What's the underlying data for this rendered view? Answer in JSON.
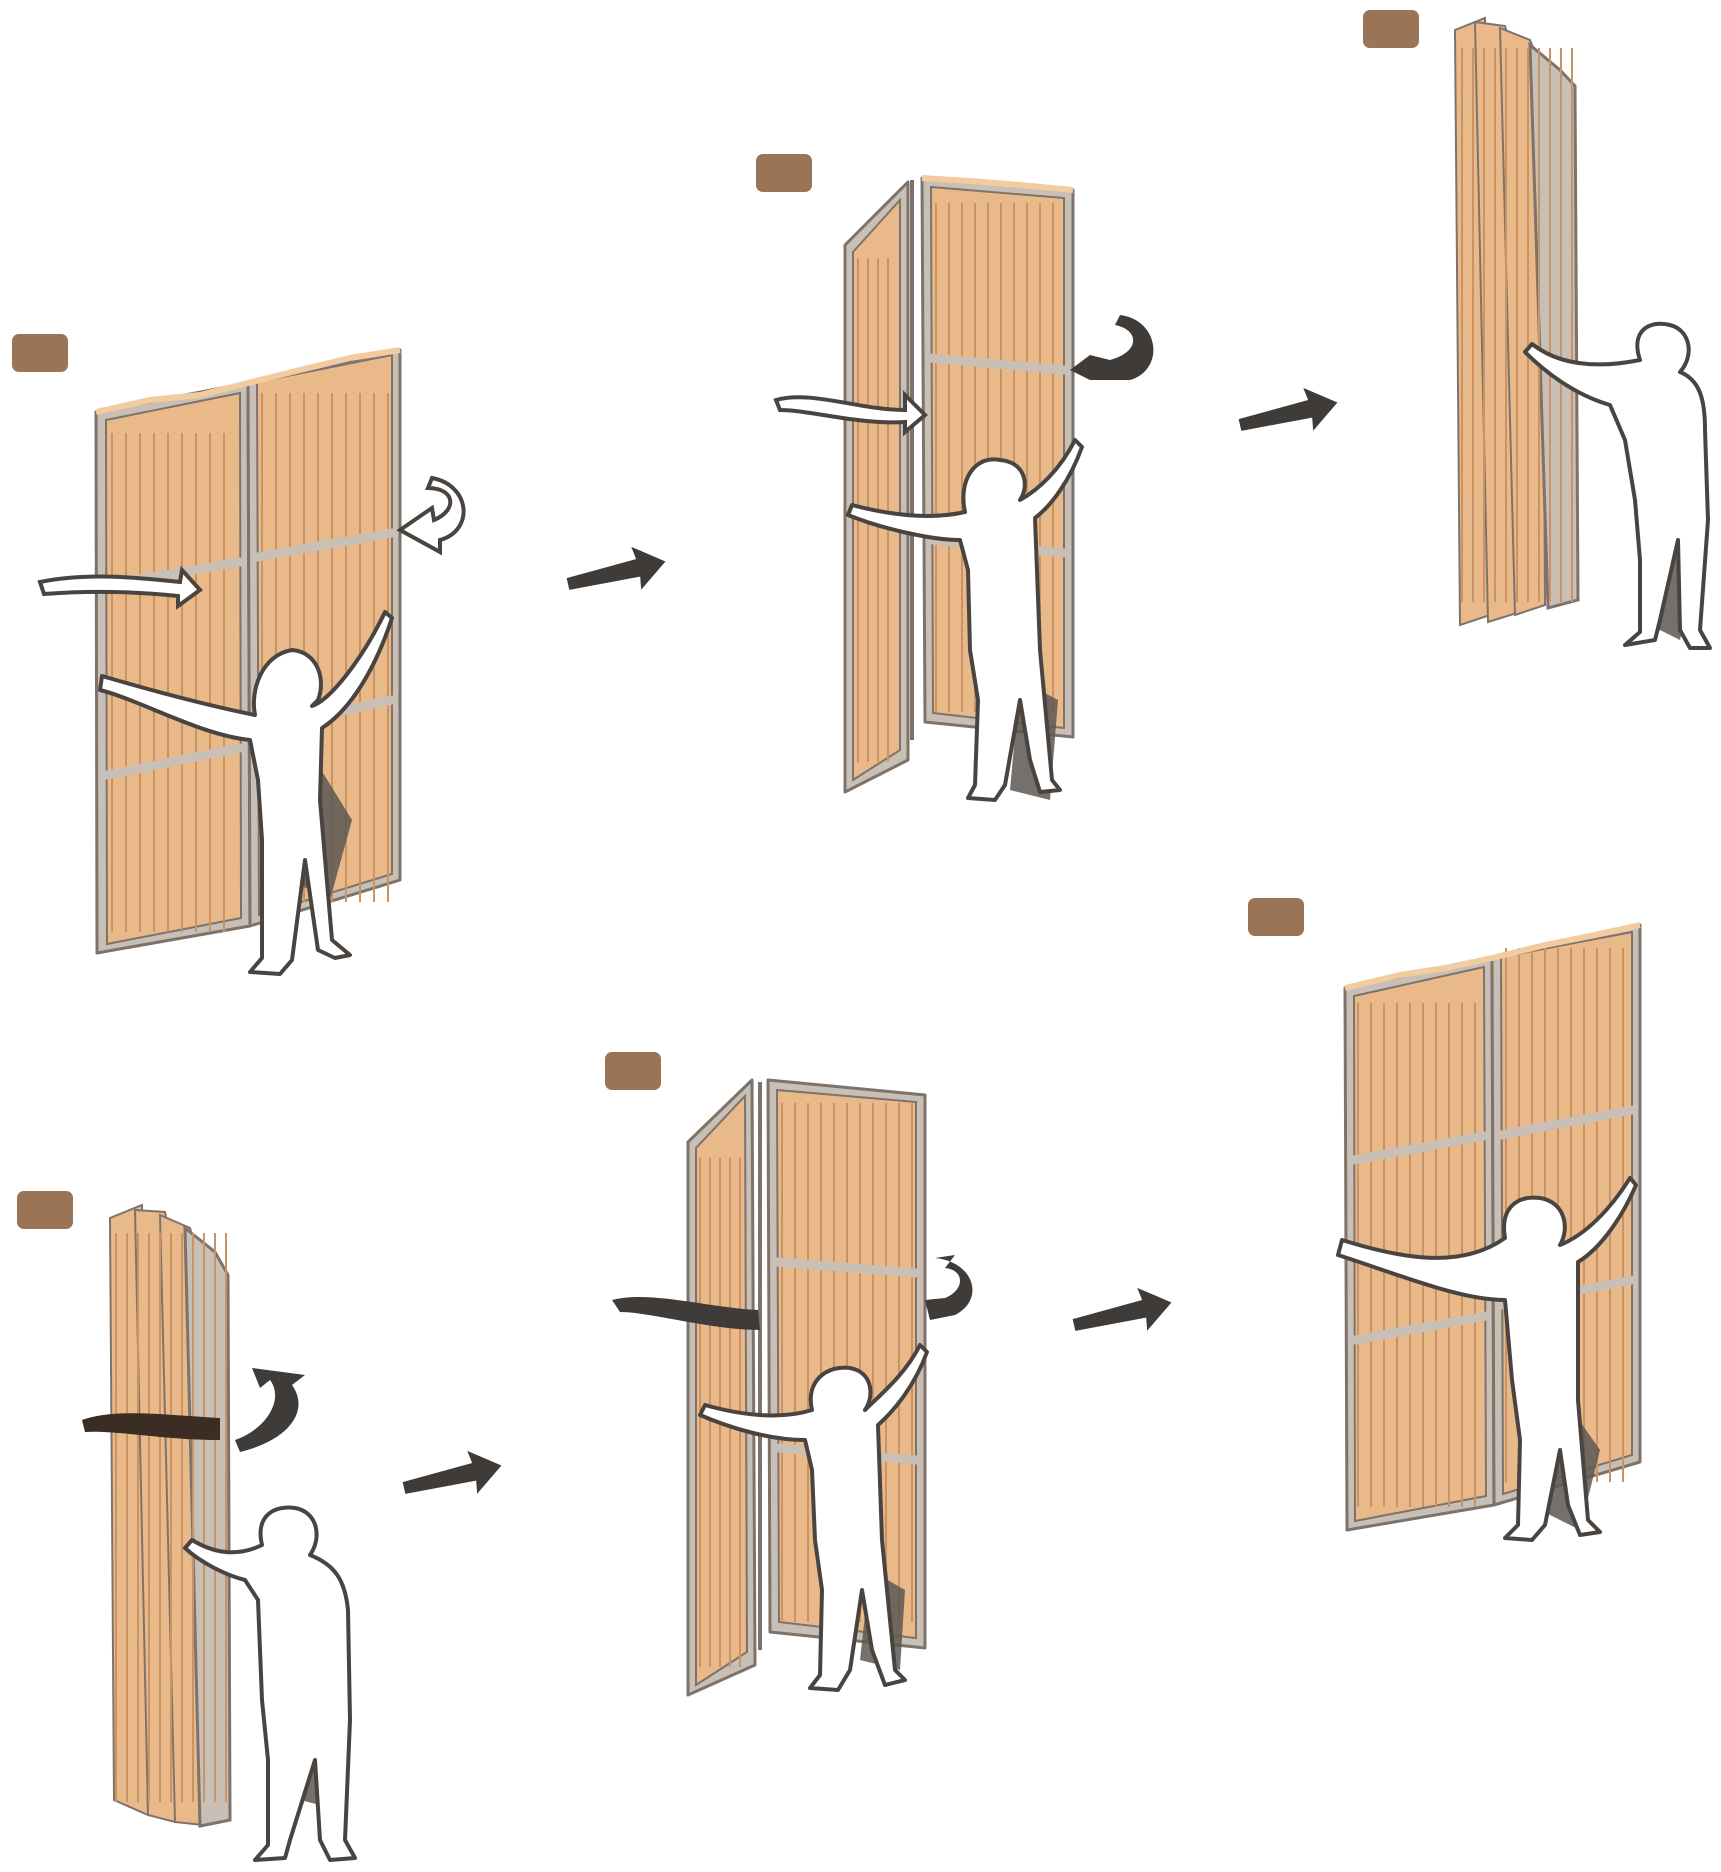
{
  "diagram": {
    "steps": [
      {
        "id": 1,
        "state": "unfolded",
        "arrows": "fold-inward"
      },
      {
        "id": 2,
        "state": "half-folded",
        "arrows": "fold-inward"
      },
      {
        "id": 3,
        "state": "folded-stack",
        "arrows": "none"
      },
      {
        "id": 4,
        "state": "folded-stack",
        "arrows": "unfold-outward"
      },
      {
        "id": 5,
        "state": "half-unfolded",
        "arrows": "unfold-outward"
      },
      {
        "id": 6,
        "state": "unfolded",
        "arrows": "none"
      }
    ],
    "flow": [
      "step-1",
      "step-2",
      "step-3",
      "step-4",
      "step-5",
      "step-6"
    ]
  },
  "colors": {
    "badge": "#9b7456",
    "panel_fill": "#e9b98a",
    "panel_light": "#f2cba0",
    "slat_line": "#c99365",
    "frame": "#c8bfb6",
    "frame_edge": "#7e736a",
    "outline": "#4a4440",
    "figure_fill": "#ffffff",
    "shadow": "#5c5752",
    "arrow_fill": "#3e3b38",
    "arrow_open_fill": "#ffffff",
    "arrow_brown": "#3b2c24"
  },
  "icons": {
    "step_badge": "rounded-square-badge",
    "flow_arrow": "right-arrow-icon",
    "fold_arrow": "curved-arrow-icon",
    "person": "person-figure"
  }
}
